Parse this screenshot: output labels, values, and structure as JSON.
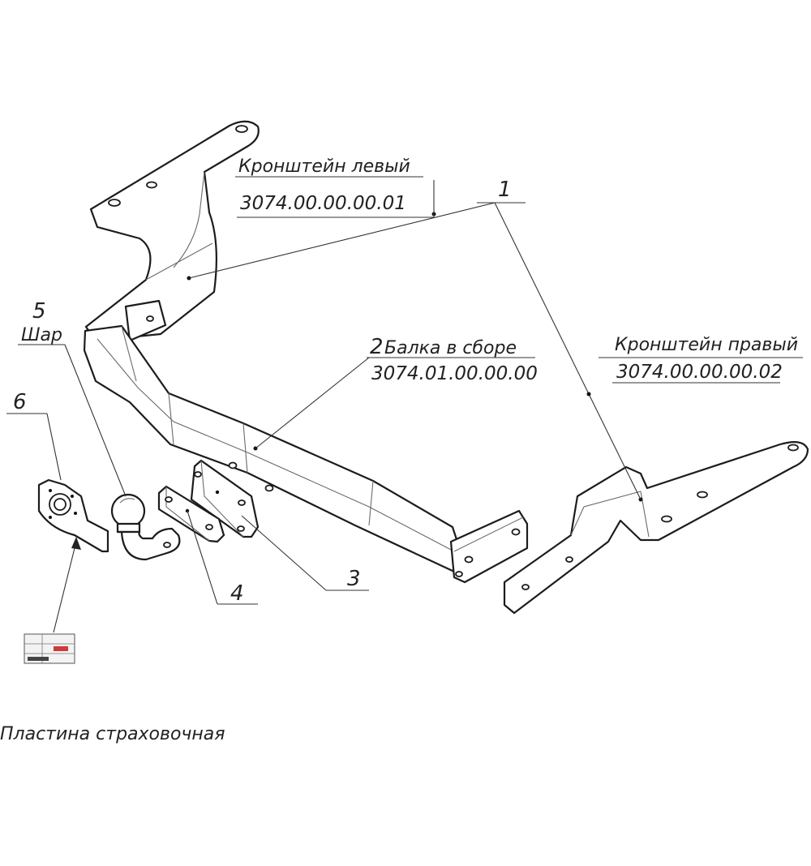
{
  "callouts": {
    "c1": {
      "number": "1"
    },
    "c2": {
      "number": "2",
      "name": "Балка в сборе",
      "code": "3074.01.00.00.00"
    },
    "c3": {
      "number": "3"
    },
    "c4": {
      "number": "4"
    },
    "c5": {
      "number": "5",
      "name": "Шар"
    },
    "c6": {
      "number": "6"
    }
  },
  "bracket_left": {
    "name": "Кронштейн левый",
    "code": "3074.00.00.00.01"
  },
  "bracket_right": {
    "name": "Кронштейн правый",
    "code": "3074.00.00.00.02"
  },
  "safety_plate": {
    "name": "Пластина страховочная"
  }
}
